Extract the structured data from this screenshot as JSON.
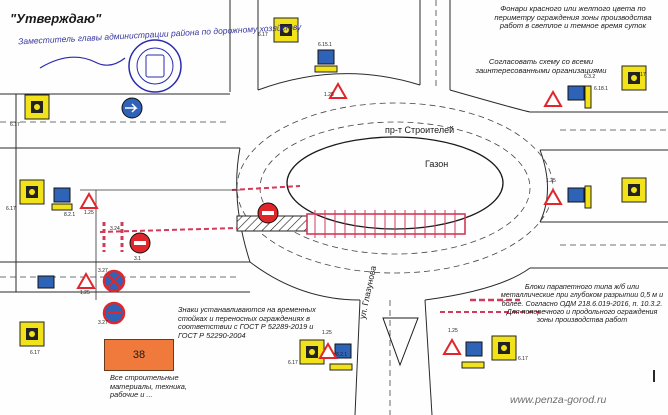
{
  "approval": {
    "heading": "\"Утверждаю\"",
    "line": "Заместитель главы администрации района по дорожному хозяйству"
  },
  "notes": {
    "lamps": "Фонари красного или желтого цвета по периметру ограждения зоны производства работ в светлое и темное время суток",
    "agreed": "Согласовать схему со всеми заинтересованными организациями",
    "blocks": "Блоки парапетного типа ж/б или металлические при глубоком разрытии 0,5 м и более. Согласно ОДМ 218.6.019-2016, п. 10.3.2. Для поперечного и продольного ограждения зоны производства работ",
    "signs": "Знаки устанавливаются на временных стойках и переносных ограждениях в соответствии с ГОСТ Р 52289-2019 и ГОСТ Р 52290-2004",
    "materials": "Все строительные материалы, техника, рабочие и ..."
  },
  "labels": {
    "street": "пр-т Строителей",
    "lawn": "Газон",
    "side_street": "ул. Глазунова",
    "sign_38": "38",
    "watermark": "www.penza-gorod.ru"
  },
  "sign_codes": {
    "s_6_17": "6.17",
    "s_1_25": "1.25",
    "s_3_24": "3.24",
    "s_3_27": "3.27",
    "s_3_1": "3.1",
    "s_8_2_1": "8.2.1",
    "s_6_3_2": "6.3.2",
    "s_6_18_1": "6.18.1",
    "s_6_15_1": "6.15.1"
  },
  "colors": {
    "ink": "#1a1a1a",
    "fence_red": "#d23a5a",
    "sign_yellow": "#f2e21a",
    "sign_blue": "#2f63b8",
    "sign_red": "#e0262a",
    "stamp_blue": "#2a2ab0",
    "orange_sign": "#f07a3c"
  }
}
